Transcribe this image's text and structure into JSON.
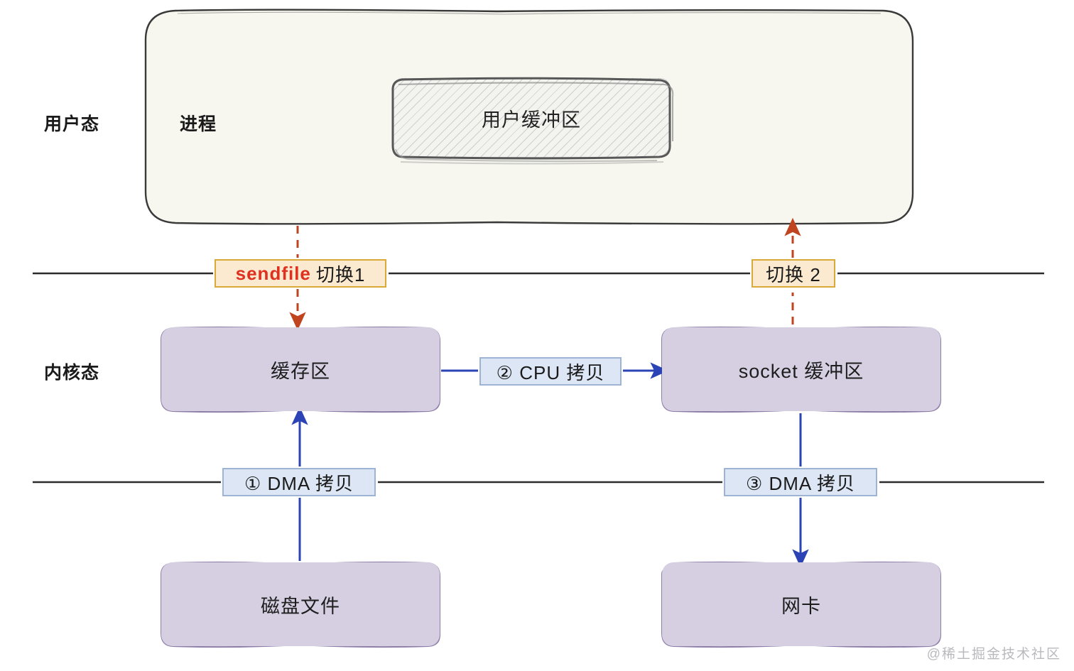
{
  "diagram": {
    "title": "sendfile zero-copy data path",
    "colors": {
      "userspace_fill": "#f7f7ef",
      "kernel_box_fill": "#d6cfe2",
      "chip_amber_fill": "#fbead0",
      "chip_amber_border": "#d9a93a",
      "chip_blue_fill": "#dce6f4",
      "chip_blue_border": "#9db4d4",
      "accent_red": "#e03020",
      "arrow_blue": "#2b43b4",
      "arrow_red_dashed": "#c0441f",
      "divider_line": "#2b2b2b"
    }
  },
  "side_labels": {
    "user_mode": "用户态",
    "kernel_mode": "内核态"
  },
  "userspace": {
    "process_label": "进程",
    "user_buffer_label": "用户缓冲区"
  },
  "kernel_boxes": [
    {
      "id": "cache",
      "label": "缓存区"
    },
    {
      "id": "socket",
      "label": "socket 缓冲区"
    },
    {
      "id": "disk",
      "label": "磁盘文件"
    },
    {
      "id": "nic",
      "label": "网卡"
    }
  ],
  "chips": {
    "switch1": {
      "accent": "sendfile",
      "label": "切换1"
    },
    "switch2": {
      "accent": "",
      "label": "切换 2"
    },
    "dma1": {
      "accent": "",
      "label": "① DMA 拷贝"
    },
    "dma2": {
      "accent": "",
      "label": "③ DMA 拷贝"
    },
    "cpu": {
      "accent": "",
      "label": "② CPU 拷贝"
    }
  },
  "watermark": "@稀土掘金技术社区"
}
